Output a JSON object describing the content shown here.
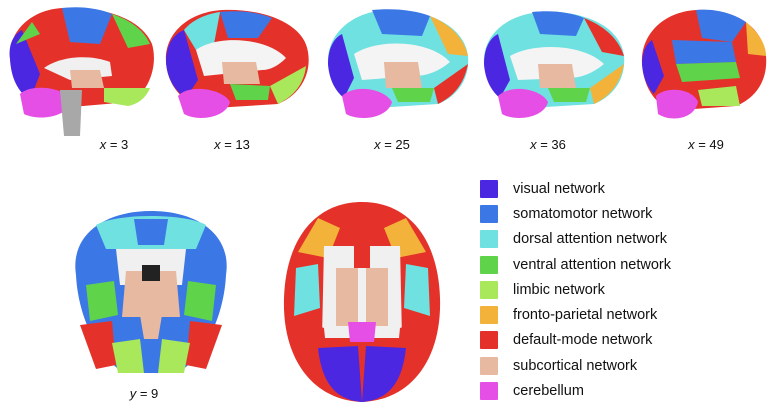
{
  "sagittal_labels": [
    {
      "var": "x",
      "eq": " = 3"
    },
    {
      "var": "x",
      "eq": " = 13"
    },
    {
      "var": "x",
      "eq": " = 25"
    },
    {
      "var": "x",
      "eq": " = 36"
    },
    {
      "var": "x",
      "eq": " = 49"
    }
  ],
  "coronal_label": {
    "var": "y",
    "eq": " = 9"
  },
  "legend": [
    {
      "label": "visual network",
      "color": "#4b27e2"
    },
    {
      "label": "somatomotor network",
      "color": "#3b78e6"
    },
    {
      "label": "dorsal attention network",
      "color": "#6fe1e0"
    },
    {
      "label": "ventral attention network",
      "color": "#5fd44a"
    },
    {
      "label": "limbic network",
      "color": "#a8e85a"
    },
    {
      "label": "fronto-parietal network",
      "color": "#f3b33a"
    },
    {
      "label": "default-mode network",
      "color": "#e4322a"
    },
    {
      "label": "subcortical network",
      "color": "#e6b9a0"
    },
    {
      "label": "cerebellum",
      "color": "#e64fe6"
    }
  ]
}
